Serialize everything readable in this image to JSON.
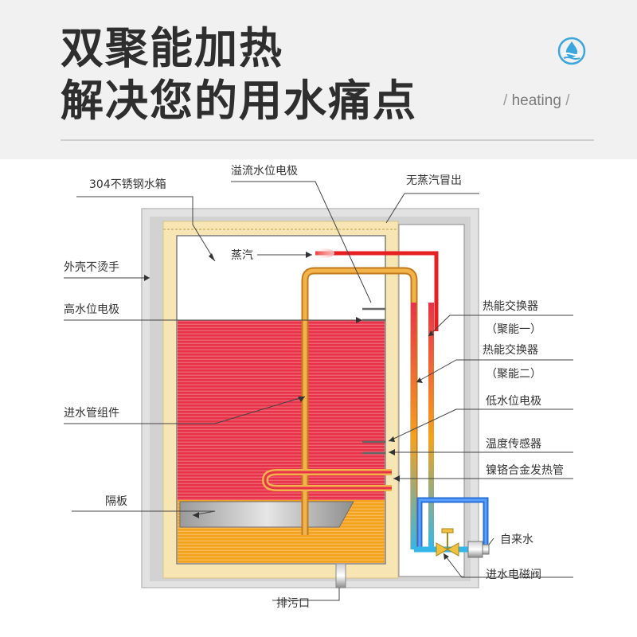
{
  "header": {
    "title_line1": "双聚能加热",
    "title_line2": "解决您的用水痛点",
    "tagline": "heating",
    "tagline_open": "/",
    "tagline_close": "/",
    "logo_icon": "water-drop-icon"
  },
  "colors": {
    "title": "#2e2e2e",
    "shell": "#d9d9d9",
    "insulation": "#f7e6b4",
    "water": "#e8324a",
    "sediment": "#f4a21d",
    "hot_pipe": "#e8a33a",
    "steam_line": "#e62020",
    "cold_pipe": "#2a6fd6",
    "logo": "#3aa6dd"
  },
  "labels": {
    "tank": "304不锈钢水箱",
    "overflow_electrode": "溢流水位电极",
    "no_steam": "无蒸汽冒出",
    "steam": "蒸汽",
    "shell": "外壳不烫手",
    "high_level_electrode": "高水位电极",
    "heat_exchanger_1": "热能交换器",
    "heat_exchanger_1_note": "（聚能一）",
    "heat_exchanger_2": "热能交换器",
    "heat_exchanger_2_note": "（聚能二）",
    "inlet_pipe": "进水管组件",
    "low_level_electrode": "低水位电极",
    "temp_sensor": "温度传感器",
    "heating_tube": "镍铬合金发热管",
    "baffle": "隔板",
    "tap_water": "自来水",
    "inlet_valve": "进水电磁阀",
    "drain": "排污口"
  }
}
